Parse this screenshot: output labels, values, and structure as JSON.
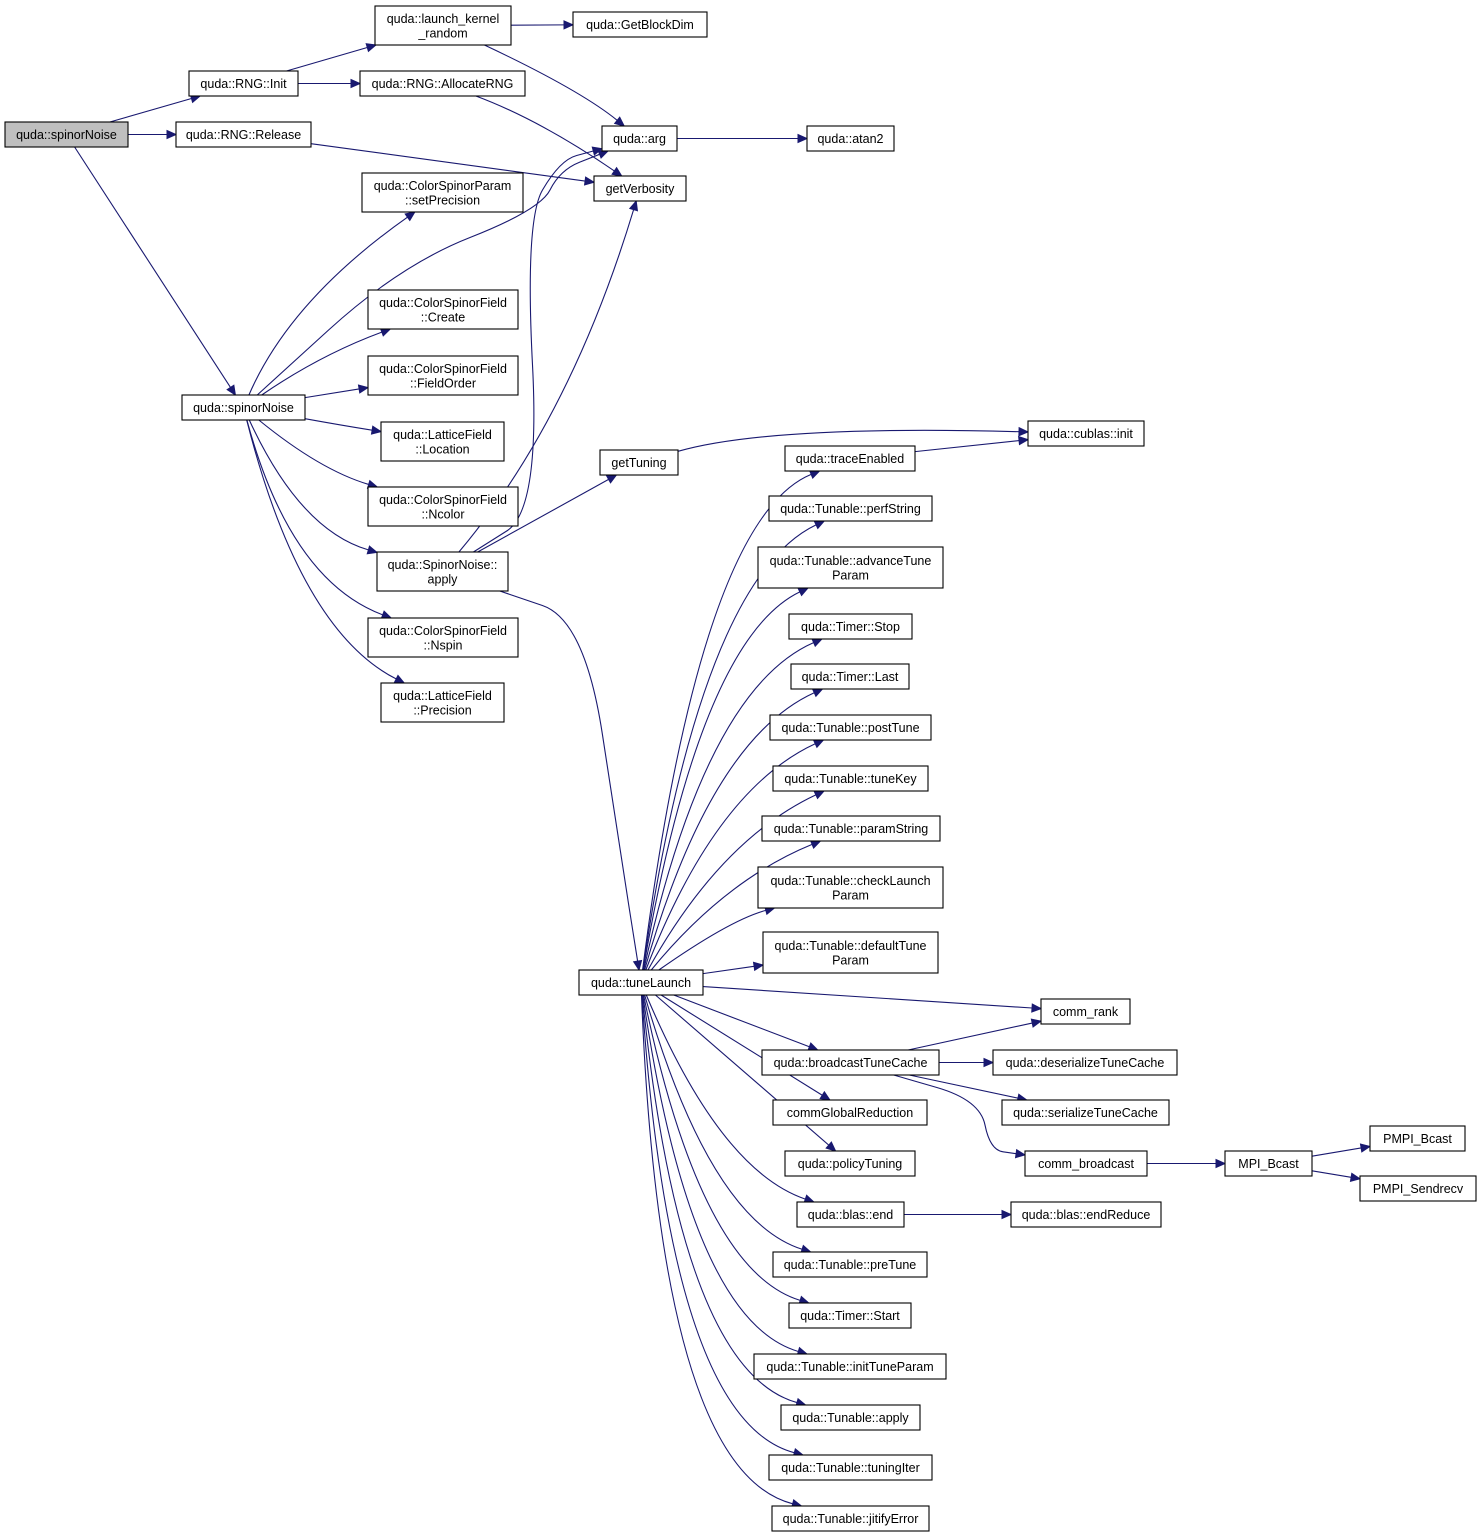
{
  "nodes": [
    {
      "id": "root",
      "lines": [
        "quda::spinorNoise"
      ],
      "highlight": true
    },
    {
      "id": "rnginit",
      "lines": [
        "quda::RNG::Init"
      ]
    },
    {
      "id": "rngrel",
      "lines": [
        "quda::RNG::Release"
      ]
    },
    {
      "id": "launchk",
      "lines": [
        "quda::launch_kernel",
        "_random"
      ]
    },
    {
      "id": "alloc",
      "lines": [
        "quda::RNG::AllocateRNG"
      ]
    },
    {
      "id": "getblock",
      "lines": [
        "quda::GetBlockDim"
      ]
    },
    {
      "id": "arg",
      "lines": [
        "quda::arg"
      ]
    },
    {
      "id": "atan2",
      "lines": [
        "quda::atan2"
      ]
    },
    {
      "id": "getverb",
      "lines": [
        "getVerbosity"
      ]
    },
    {
      "id": "setprec",
      "lines": [
        "quda::ColorSpinorParam",
        "::setPrecision"
      ]
    },
    {
      "id": "sn2",
      "lines": [
        "quda::spinorNoise"
      ]
    },
    {
      "id": "create",
      "lines": [
        "quda::ColorSpinorField",
        "::Create"
      ]
    },
    {
      "id": "fieldorder",
      "lines": [
        "quda::ColorSpinorField",
        "::FieldOrder"
      ]
    },
    {
      "id": "location",
      "lines": [
        "quda::LatticeField",
        "::Location"
      ]
    },
    {
      "id": "ncolor",
      "lines": [
        "quda::ColorSpinorField",
        "::Ncolor"
      ]
    },
    {
      "id": "snapply",
      "lines": [
        "quda::SpinorNoise::",
        "apply"
      ]
    },
    {
      "id": "nspin",
      "lines": [
        "quda::ColorSpinorField",
        "::Nspin"
      ]
    },
    {
      "id": "precision",
      "lines": [
        "quda::LatticeField",
        "::Precision"
      ]
    },
    {
      "id": "gettuning",
      "lines": [
        "getTuning"
      ]
    },
    {
      "id": "cublasinit",
      "lines": [
        "quda::cublas::init"
      ]
    },
    {
      "id": "traceen",
      "lines": [
        "quda::traceEnabled"
      ]
    },
    {
      "id": "perfstr",
      "lines": [
        "quda::Tunable::perfString"
      ]
    },
    {
      "id": "advtune",
      "lines": [
        "quda::Tunable::advanceTune",
        "Param"
      ]
    },
    {
      "id": "tstop",
      "lines": [
        "quda::Timer::Stop"
      ]
    },
    {
      "id": "tlast",
      "lines": [
        "quda::Timer::Last"
      ]
    },
    {
      "id": "posttune",
      "lines": [
        "quda::Tunable::postTune"
      ]
    },
    {
      "id": "tunekey",
      "lines": [
        "quda::Tunable::tuneKey"
      ]
    },
    {
      "id": "paramstr",
      "lines": [
        "quda::Tunable::paramString"
      ]
    },
    {
      "id": "checkl",
      "lines": [
        "quda::Tunable::checkLaunch",
        "Param"
      ]
    },
    {
      "id": "deftune",
      "lines": [
        "quda::Tunable::defaultTune",
        "Param"
      ]
    },
    {
      "id": "tunelaunch",
      "lines": [
        "quda::tuneLaunch"
      ]
    },
    {
      "id": "commrank",
      "lines": [
        "comm_rank"
      ]
    },
    {
      "id": "bcastcache",
      "lines": [
        "quda::broadcastTuneCache"
      ]
    },
    {
      "id": "deser",
      "lines": [
        "quda::deserializeTuneCache"
      ]
    },
    {
      "id": "commglob",
      "lines": [
        "commGlobalReduction"
      ]
    },
    {
      "id": "ser",
      "lines": [
        "quda::serializeTuneCache"
      ]
    },
    {
      "id": "commbcast",
      "lines": [
        "comm_broadcast"
      ]
    },
    {
      "id": "mpibcast",
      "lines": [
        "MPI_Bcast"
      ]
    },
    {
      "id": "pmpibcast",
      "lines": [
        "PMPI_Bcast"
      ]
    },
    {
      "id": "pmpisendrecv",
      "lines": [
        "PMPI_Sendrecv"
      ]
    },
    {
      "id": "policy",
      "lines": [
        "quda::policyTuning"
      ]
    },
    {
      "id": "blasend",
      "lines": [
        "quda::blas::end"
      ]
    },
    {
      "id": "blasendred",
      "lines": [
        "quda::blas::endReduce"
      ]
    },
    {
      "id": "pretune",
      "lines": [
        "quda::Tunable::preTune"
      ]
    },
    {
      "id": "tstart",
      "lines": [
        "quda::Timer::Start"
      ]
    },
    {
      "id": "inittune",
      "lines": [
        "quda::Tunable::initTuneParam"
      ]
    },
    {
      "id": "tapply",
      "lines": [
        "quda::Tunable::apply"
      ]
    },
    {
      "id": "tuningiter",
      "lines": [
        "quda::Tunable::tuningIter"
      ]
    },
    {
      "id": "jitify",
      "lines": [
        "quda::Tunable::jitifyError"
      ]
    }
  ],
  "edges": [
    [
      "root",
      "rnginit"
    ],
    [
      "root",
      "rngrel"
    ],
    [
      "root",
      "sn2"
    ],
    [
      "rnginit",
      "launchk"
    ],
    [
      "rnginit",
      "alloc"
    ],
    [
      "launchk",
      "getblock"
    ],
    [
      "launchk",
      "arg"
    ],
    [
      "alloc",
      "getverb"
    ],
    [
      "rngrel",
      "getverb"
    ],
    [
      "arg",
      "atan2"
    ],
    [
      "sn2",
      "setprec"
    ],
    [
      "sn2",
      "arg"
    ],
    [
      "sn2",
      "create"
    ],
    [
      "sn2",
      "fieldorder"
    ],
    [
      "sn2",
      "location"
    ],
    [
      "sn2",
      "ncolor"
    ],
    [
      "sn2",
      "snapply"
    ],
    [
      "sn2",
      "nspin"
    ],
    [
      "sn2",
      "precision"
    ],
    [
      "snapply",
      "arg"
    ],
    [
      "snapply",
      "getverb"
    ],
    [
      "snapply",
      "gettuning"
    ],
    [
      "snapply",
      "tunelaunch"
    ],
    [
      "gettuning",
      "cublasinit"
    ],
    [
      "traceen",
      "cublasinit"
    ],
    [
      "tunelaunch",
      "traceen"
    ],
    [
      "tunelaunch",
      "perfstr"
    ],
    [
      "tunelaunch",
      "advtune"
    ],
    [
      "tunelaunch",
      "tstop"
    ],
    [
      "tunelaunch",
      "tlast"
    ],
    [
      "tunelaunch",
      "posttune"
    ],
    [
      "tunelaunch",
      "tunekey"
    ],
    [
      "tunelaunch",
      "paramstr"
    ],
    [
      "tunelaunch",
      "checkl"
    ],
    [
      "tunelaunch",
      "deftune"
    ],
    [
      "tunelaunch",
      "commrank"
    ],
    [
      "tunelaunch",
      "bcastcache"
    ],
    [
      "tunelaunch",
      "commglob"
    ],
    [
      "tunelaunch",
      "policy"
    ],
    [
      "tunelaunch",
      "blasend"
    ],
    [
      "tunelaunch",
      "pretune"
    ],
    [
      "tunelaunch",
      "tstart"
    ],
    [
      "tunelaunch",
      "inittune"
    ],
    [
      "tunelaunch",
      "tapply"
    ],
    [
      "tunelaunch",
      "tuningiter"
    ],
    [
      "tunelaunch",
      "jitify"
    ],
    [
      "bcastcache",
      "commrank"
    ],
    [
      "bcastcache",
      "deser"
    ],
    [
      "bcastcache",
      "ser"
    ],
    [
      "bcastcache",
      "commbcast"
    ],
    [
      "commbcast",
      "mpibcast"
    ],
    [
      "mpibcast",
      "pmpibcast"
    ],
    [
      "mpibcast",
      "pmpisendrecv"
    ],
    [
      "blasend",
      "blasendred"
    ]
  ],
  "colors": {
    "edge": "#191970",
    "node_border": "#000000",
    "node_fill": "#ffffff",
    "root_fill": "#bfbfbf"
  }
}
